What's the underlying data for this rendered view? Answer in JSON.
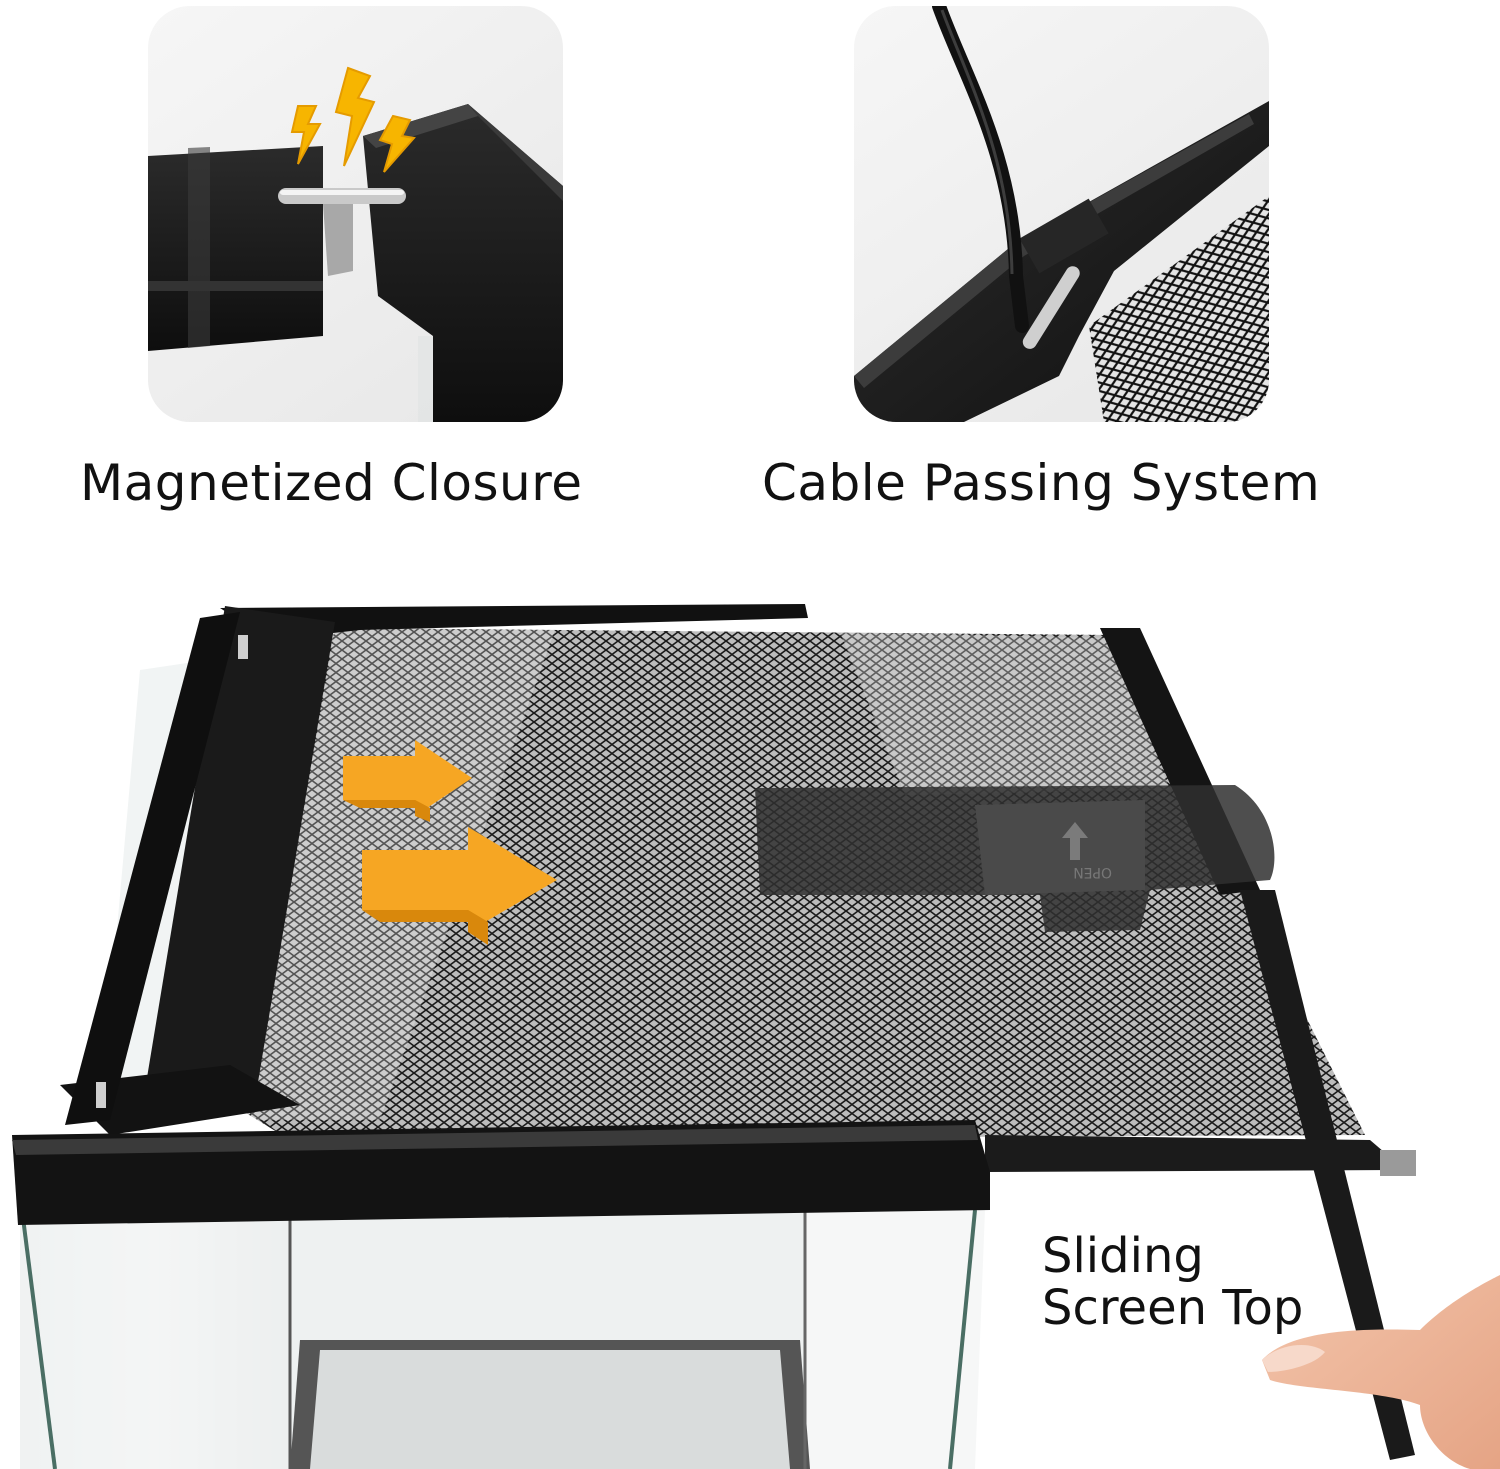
{
  "features": [
    {
      "caption": "Magnetized Closure"
    },
    {
      "caption": "Cable Passing System"
    }
  ],
  "main": {
    "label_line1": "Sliding",
    "label_line2": "Screen Top",
    "handle_text": "OPEN"
  },
  "colors": {
    "frame": "#1a1a1a",
    "accent_arrow": "#f6a623",
    "lightning": "#f7b500",
    "text": "#111111"
  },
  "icons": [
    "lightning-icon",
    "arrow-right-icon",
    "up-arrow-icon"
  ]
}
